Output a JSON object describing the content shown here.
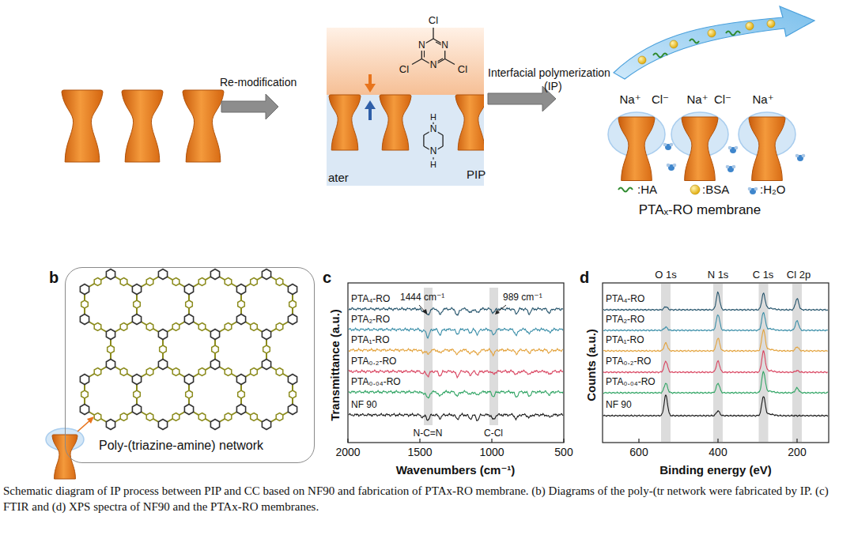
{
  "diagram": {
    "caption": "Schematic diagram of IP process between PIP and CC based on NF90 and fabrication of PTAx-RO membrane. (b) Diagrams of the poly-(tr network were fabricated by IP. (c) FTIR and (d) XPS spectra of NF90 and the PTAx-RO membranes.",
    "nodes": [
      {
        "text": [
          "Poly-(triazine-amine) network"
        ]
      }
    ],
    "labels": [
      "Re-modification",
      "Interfacial polymerization",
      "(IP)",
      "Cl",
      "N",
      "N",
      "Cl",
      "N",
      "Cl",
      "H",
      "N",
      "N",
      "H",
      "ater",
      "PIP",
      "Na⁺",
      "Cl⁻",
      "Na⁺",
      "Cl⁻",
      "Na⁺",
      "b",
      "c",
      "1444 cm⁻¹",
      "989 cm⁻¹",
      "PTA₄-RO",
      "PTA₂-RO",
      "PTA₁-RO",
      "PTA₀.₂-RO",
      "PTA₀.₀₄-RO",
      "NF 90",
      "N-C=N",
      "C-Cl",
      "Transmittance (a.u.)",
      "2000",
      "1500",
      "1000",
      "500",
      "Wavenumbers (cm⁻¹)",
      "d",
      "O 1s",
      "N 1s",
      "C 1s",
      "Cl 2p",
      "PTA₄-RO",
      "PTA₂-RO",
      "PTA₁-RO",
      "PTA₀.₂-RO",
      "PTA₀.₀₄-RO",
      "NF 90",
      "Counts (a.u.)",
      "600",
      "400",
      "200",
      "Binding energy (eV)",
      "PTAₓ-RO membrane"
    ],
    "legend": [
      {
        "text": ":HA"
      },
      {
        "text": ":BSA"
      },
      {
        "text": ":H₂O"
      }
    ]
  }
}
